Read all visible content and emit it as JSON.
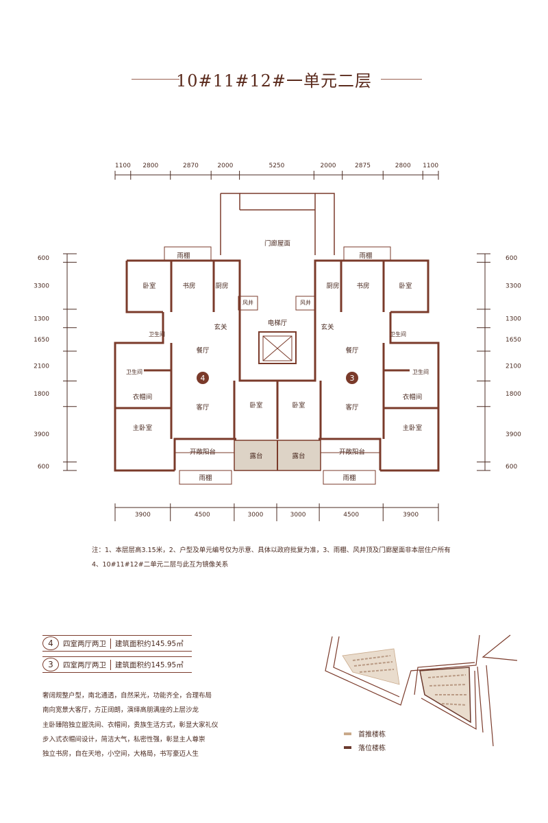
{
  "title": "10#11#12#一单元二层",
  "dims_top": [
    "1100",
    "2800",
    "2870",
    "2000",
    "5250",
    "2000",
    "2875",
    "2800",
    "1100"
  ],
  "dims_bottom": [
    "3900",
    "4500",
    "3000",
    "3000",
    "4500",
    "3900"
  ],
  "dims_left": [
    "600",
    "3300",
    "1300",
    "1650",
    "2100",
    "1800",
    "3900",
    "600"
  ],
  "dims_right": [
    "600",
    "3300",
    "1300",
    "1650",
    "2100",
    "1800",
    "3900",
    "600"
  ],
  "rooms": {
    "menlang": "门廊屋面",
    "yupeng": "雨棚",
    "woshi": "卧室",
    "shufang": "书房",
    "chufang": "厨房",
    "fengjing": "风井",
    "dianti": "电梯厅",
    "xuanguan": "玄关",
    "weisheng": "卫生间",
    "canting": "餐厅",
    "keting": "客厅",
    "yimaojian": "衣帽间",
    "zhuwoshi": "主卧室",
    "kaichang": "开敞阳台",
    "lutai": "露台",
    "unit4": "4",
    "unit3": "3"
  },
  "notes": [
    "注：1、本层层高3.15米，2、户型及单元编号仅为示意、具体以政府批复为准，3、雨棚、风井顶及门廊屋面非本层住户所有",
    "4、10#11#12#二单元二层与此互为镜像关系"
  ],
  "units": [
    {
      "num": "4",
      "type": "四室两厅两卫",
      "area": "建筑面积约145.95㎡"
    },
    {
      "num": "3",
      "type": "四室两厅两卫",
      "area": "建筑面积约145.95㎡"
    }
  ],
  "description": [
    "奢阔规整户型，南北通透，自然采光，功能齐全，合理布局",
    "南向宽景大客厅，方正阔朗，演绎高朋满座的上层沙龙",
    "主卧臻陪独立盥洗间、衣帽间，贵族生活方式，彰显大家礼仪",
    "步入式衣帽间设计，简洁大气，私密性强，彰显主人尊崇",
    "独立书房，自在天地，小空间，大格局，书写豪迈人生"
  ],
  "legend": [
    {
      "label": "首推楼栋",
      "color": "#c9a98a"
    },
    {
      "label": "落位楼栋",
      "color": "#6b3a2e"
    }
  ],
  "colors": {
    "wall": "#7a3a2a",
    "terrace": "#ddd3c6",
    "dim": "#4a2a20"
  }
}
